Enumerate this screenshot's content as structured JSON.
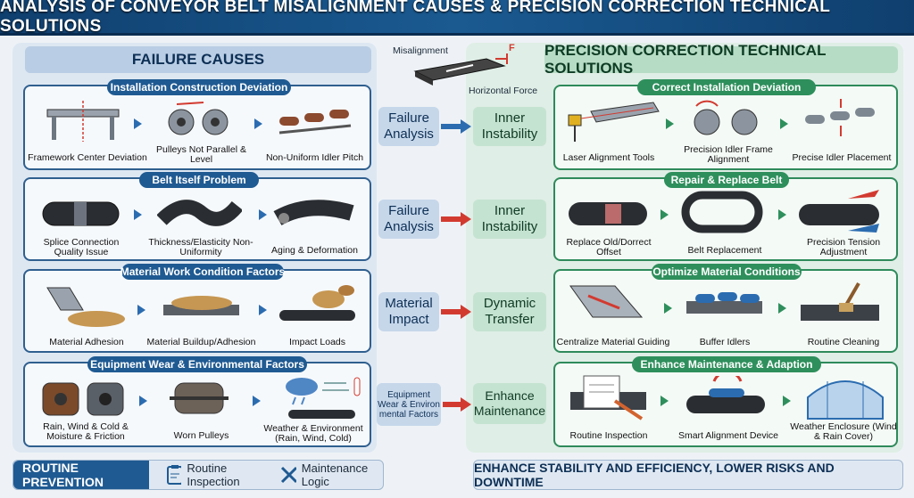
{
  "title": "ANALYSIS OF CONVEYOR BELT MISALIGNMENT CAUSES & PRECISION CORRECTION TECHNICAL SOLUTIONS",
  "left_header": "FAILURE CAUSES",
  "right_header": "PRECISION CORRECTION TECHNICAL SOLUTIONS",
  "top_diagram": {
    "misalignment": "Misalignment",
    "force": "F",
    "horizontal_force": "Horizontal Force"
  },
  "causes": [
    {
      "title": "Installation Construction Deviation",
      "items": [
        "Framework Center Deviation",
        "Pulleys Not Parallel & Level",
        "Non-Uniform Idler Pitch"
      ]
    },
    {
      "title": "Belt Itself Problem",
      "items": [
        "Splice Connection Quality Issue",
        "Thickness/Elasticity Non-Uniformity",
        "Aging & Deformation"
      ]
    },
    {
      "title": "Material Work Condition Factors",
      "items": [
        "Material Adhesion",
        "Material Buildup/Adhesion",
        "Impact Loads"
      ]
    },
    {
      "title": "Equipment Wear & Environmental Factors",
      "items": [
        "Rain, Wind & Cold & Moisture & Friction",
        "Worn Pulleys",
        "Weather & Environment (Rain, Wind, Cold)"
      ]
    }
  ],
  "middle": [
    {
      "left": "Failure Analysis",
      "right": "Inner Instability"
    },
    {
      "left": "Failure Analysis",
      "right": "Inner Instability"
    },
    {
      "left": "Material Impact",
      "right": "Dynamic Transfer"
    },
    {
      "left": "Equipment Wear & Environ mental Factors",
      "right": "Enhance Maintenance"
    }
  ],
  "solutions": [
    {
      "title": "Correct Installation Deviation",
      "items": [
        "Laser Alignment Tools",
        "Precision Idler Frame Alignment",
        "Precise Idler Placement"
      ]
    },
    {
      "title": "Repair & Replace Belt",
      "items": [
        "Replace Old/Dorrect Offset",
        "Belt Replacement",
        "Precision Tension Adjustment"
      ]
    },
    {
      "title": "Optimize Material Conditions",
      "items": [
        "Centralize Material Guiding",
        "Buffer Idlers",
        "Routine Cleaning"
      ]
    },
    {
      "title": "Enhance Maintenance & Adaption",
      "items": [
        "Routine Inspection",
        "Smart Alignment Device",
        "Weather Enclosure (Wind & Rain Cover)"
      ]
    }
  ],
  "bottom": {
    "prevention_label": "ROUTINE PREVENTION",
    "inspection": "Routine Inspection",
    "logic": "Maintenance Logic",
    "right": "ENHANCE STABILITY AND EFFICIENCY, LOWER RISKS AND DOWNTIME"
  },
  "colors": {
    "navy": "#0f3f6e",
    "blue": "#1f5a92",
    "green": "#2e8f5c",
    "red_arrow": "#d23a30"
  }
}
